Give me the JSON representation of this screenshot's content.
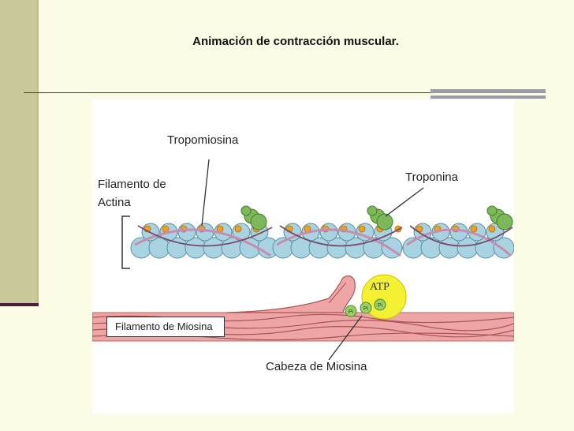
{
  "slide": {
    "title": "Animación de contracción muscular."
  },
  "diagram": {
    "labels": {
      "actin_line1": "Filamento de",
      "actin_line2": "Actina",
      "tropomyosin": "Tropomiosina",
      "troponin": "Troponina",
      "myosin_filament": "Filamento de Miosina",
      "myosin_head": "Cabeza de Miosina",
      "atp": "ATP",
      "phosphate": "Pi"
    },
    "colors": {
      "actin": "#a9d3e0",
      "troponin": "#7fb85b",
      "tropomyosin": "#c78db0",
      "myosin": "#e8a0a0",
      "atp": "#f4f032",
      "orange_dots": "#f0a020"
    }
  }
}
